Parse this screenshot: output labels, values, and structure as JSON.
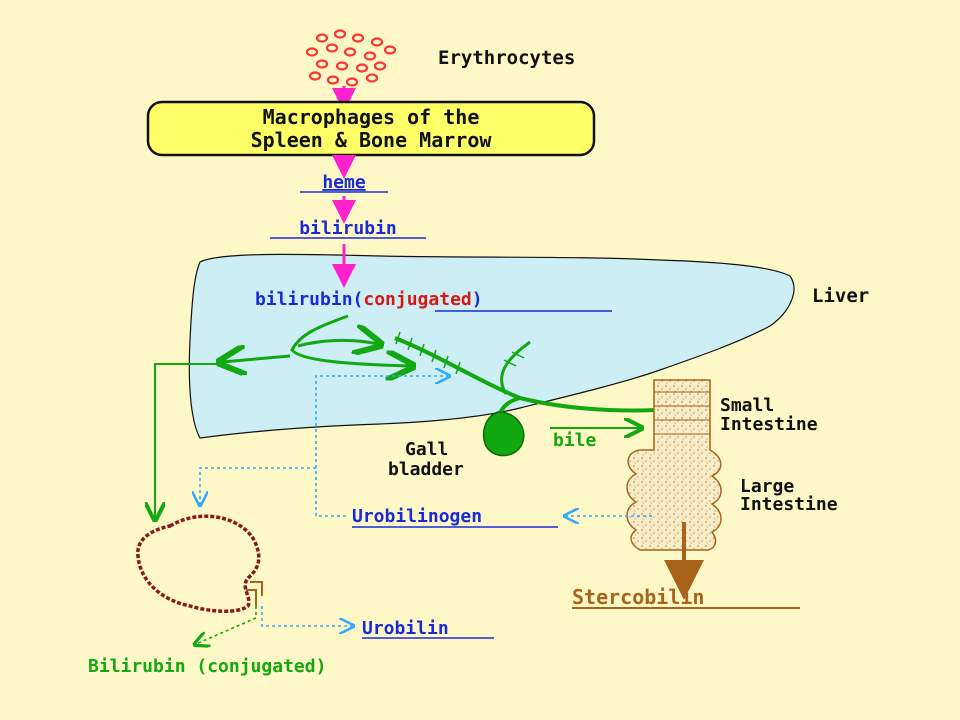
{
  "colors": {
    "background": "#fdf8c6",
    "liver": "#cdeef4",
    "box_fill": "#ffff66",
    "magenta": "#ff22cc",
    "green": "#11a811",
    "blue": "#1a2ad8",
    "cyan": "#33aaff",
    "red": "#d81818",
    "brown": "#a8641a",
    "rbc": "#ff3333",
    "kidney": "#8a1a1a"
  },
  "labels": {
    "erythrocytes": "Erythrocytes",
    "macrophages_line1": "Macrophages of the",
    "macrophages_line2": "Spleen & Bone Marrow",
    "heme": "heme",
    "bilirubin": "bilirubin",
    "bilirubin_prefix": "bilirubin(",
    "conjugated": "conjugated",
    "close_paren": ")",
    "liver": "Liver",
    "small_intestine_line1": "Small",
    "small_intestine_line2": "Intestine",
    "large_intestine_line1": "Large",
    "large_intestine_line2": "Intestine",
    "gall_line1": "Gall",
    "gall_line2": "bladder",
    "bile": "bile",
    "urobilinogen": "Urobilinogen",
    "stercobilin": "Stercobilin",
    "urobilin": "Urobilin",
    "bilirubin_urine": "Bilirubin (conjugated)"
  },
  "icons": [
    "erythrocyte-cluster-icon",
    "kidney-icon",
    "gallbladder-icon",
    "intestine-icon"
  ]
}
